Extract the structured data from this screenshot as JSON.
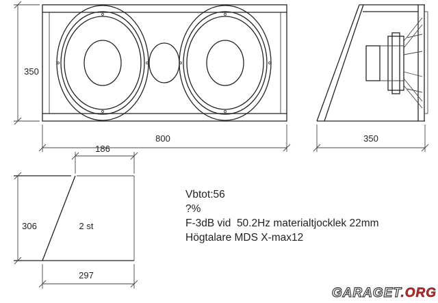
{
  "front_view": {
    "width_label": "800",
    "height_label": "350"
  },
  "side_view": {
    "depth_label": "350"
  },
  "side_panel": {
    "top_label": "186",
    "bottom_label": "297",
    "height_label": "306",
    "count_label": "2 st"
  },
  "notes": [
    "Vbtot:56",
    "?%",
    "F-3dB vid  50.2Hz materialtjocklek 22mm",
    "Högtalare MDS X-max12"
  ],
  "watermark": {
    "part1": "GARAGET",
    "part2": ".ORG",
    "accent_color": "#d32020"
  }
}
